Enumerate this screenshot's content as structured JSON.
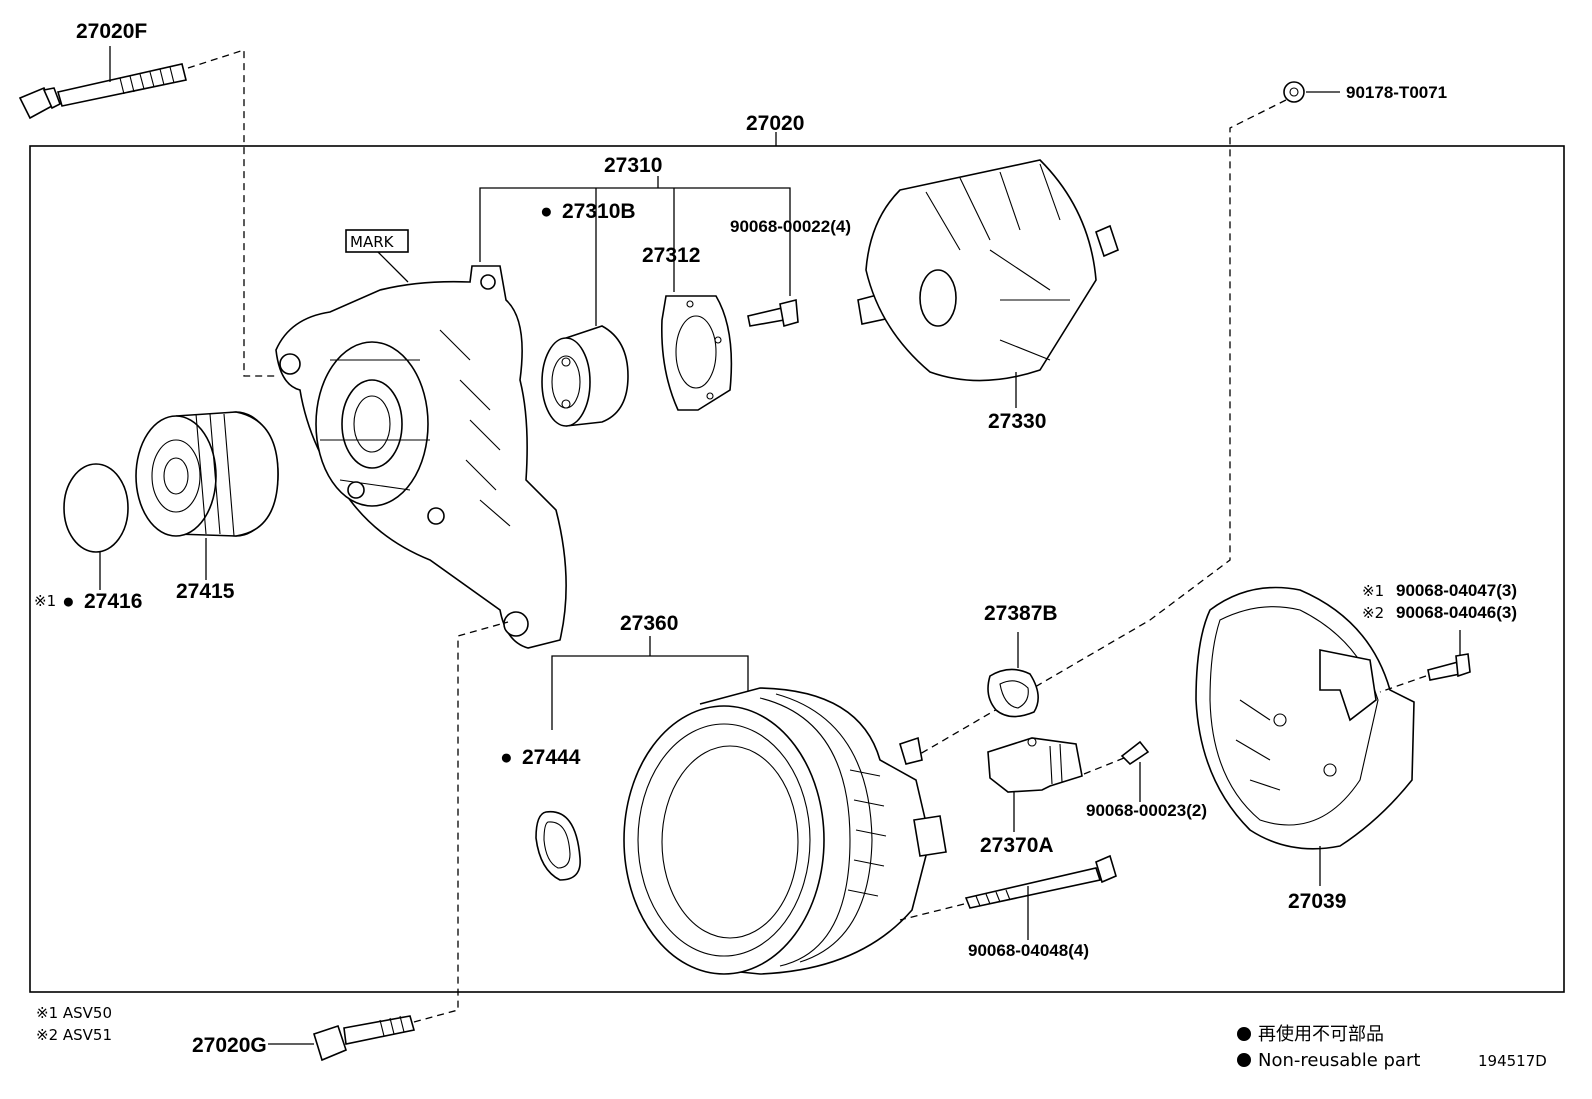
{
  "labels": {
    "p27020F": "27020F",
    "p27020": "27020",
    "p90178": "90178-T0071",
    "p27310": "27310",
    "p27310B": "27310B",
    "p27312": "27312",
    "p90068_00022": "90068-00022(4)",
    "mark": "MARK",
    "p27330": "27330",
    "p27416": "27416",
    "p27415": "27415",
    "p27360": "27360",
    "p27387B": "27387B",
    "p90068_04047": "90068-04047(3)",
    "p90068_04046": "90068-04046(3)",
    "p27444": "27444",
    "p90068_00023": "90068-00023(2)",
    "p27370A": "27370A",
    "p27039": "27039",
    "p90068_04048": "90068-04048(4)",
    "p27020G": "27020G"
  },
  "markers": {
    "note1": "※1",
    "note2": "※2",
    "bullet": "●"
  },
  "notes": {
    "asv50": "※1 ASV50",
    "asv51": "※2 ASV51"
  },
  "legend": {
    "jp": "再使用不可部品",
    "en": "Non-reusable part"
  },
  "figure_id": "194517D"
}
